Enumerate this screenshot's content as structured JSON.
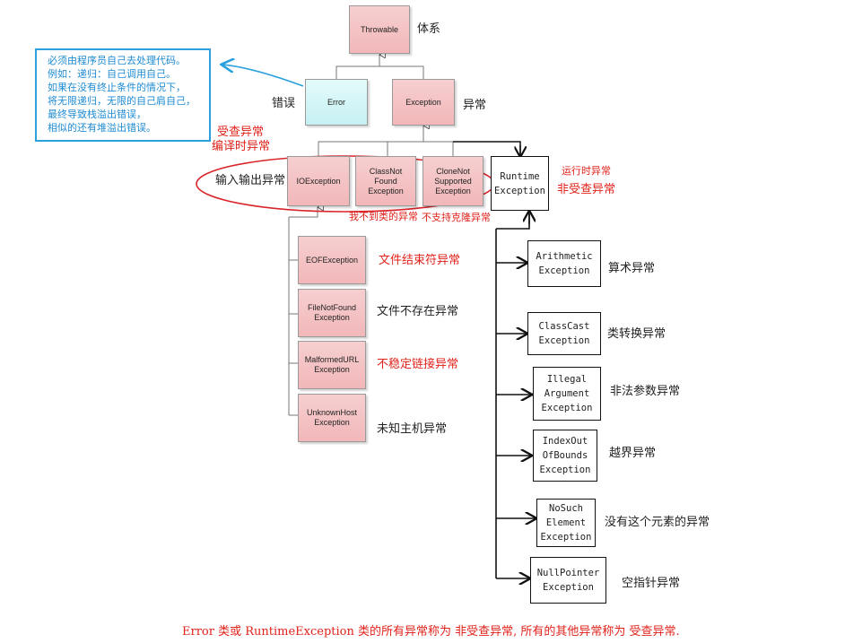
{
  "boxes": {
    "throwable": "Throwable",
    "error": "Error",
    "exception": "Exception",
    "ioexception": "IOException",
    "classnotfound": "ClassNot\nFound\nException",
    "clonenotsupported": "CloneNot\nSupported\nException",
    "runtime": "Runtime\nException",
    "eof": "EOFException",
    "filenotfound": "FileNotFound\nException",
    "malformedurl": "MalformedURL\nException",
    "unknownhost": "UnknownHost\nException",
    "arithmetic": "Arithmetic\nException",
    "classcast": "ClassCast\nException",
    "illegalargument": "Illegal\nArgument\nException",
    "indexoutofbounds": "IndexOut\nOfBounds\nException",
    "nosuchelement": "NoSuch\nElement\nException",
    "nullpointer": "NullPointer\nException"
  },
  "labels": {
    "system": "体系",
    "error_cn": "错误",
    "exception_cn": "异常",
    "checked": "受查异常",
    "compile_time": "编译时异常",
    "io_cn": "输入输出异常",
    "runtime_cn": "运行时异常",
    "unchecked_cn": "非受查异常",
    "class_not_found_cn": "我不到类的异常",
    "clone_not_supported_cn": "不支持克隆异常",
    "eof_cn": "文件结束符异常",
    "file_not_found_cn": "文件不存在异常",
    "malformed_cn": "不稳定链接异常",
    "unknown_host_cn": "未知主机异常",
    "arithmetic_cn": "算术异常",
    "classcast_cn": "类转换异常",
    "illegal_arg_cn": "非法参数异常",
    "index_cn": "越界异常",
    "nosuch_cn": "没有这个元素的异常",
    "nullpointer_cn": "空指针异常"
  },
  "note": [
    "必须由程序员自己去处理代码。",
    "例如：递归：自己调用自己。",
    "如果在没有终止条件的情况下，",
    "将无限递归，无限的自己肩自己，",
    "最终导致栈溢出错误，",
    "相似的还有堆溢出错误。"
  ],
  "footer": "Error 类或 RuntimeException 类的所有异常称为 非受查异常, 所有的其他异常称为 受查异常.",
  "colors": {
    "box_fill": "#f2b7b9",
    "error_fill": "#c6f0f2",
    "note_border": "#2aa0dc",
    "accent_red": "#e0231b",
    "ellipse": "#d9262b"
  }
}
